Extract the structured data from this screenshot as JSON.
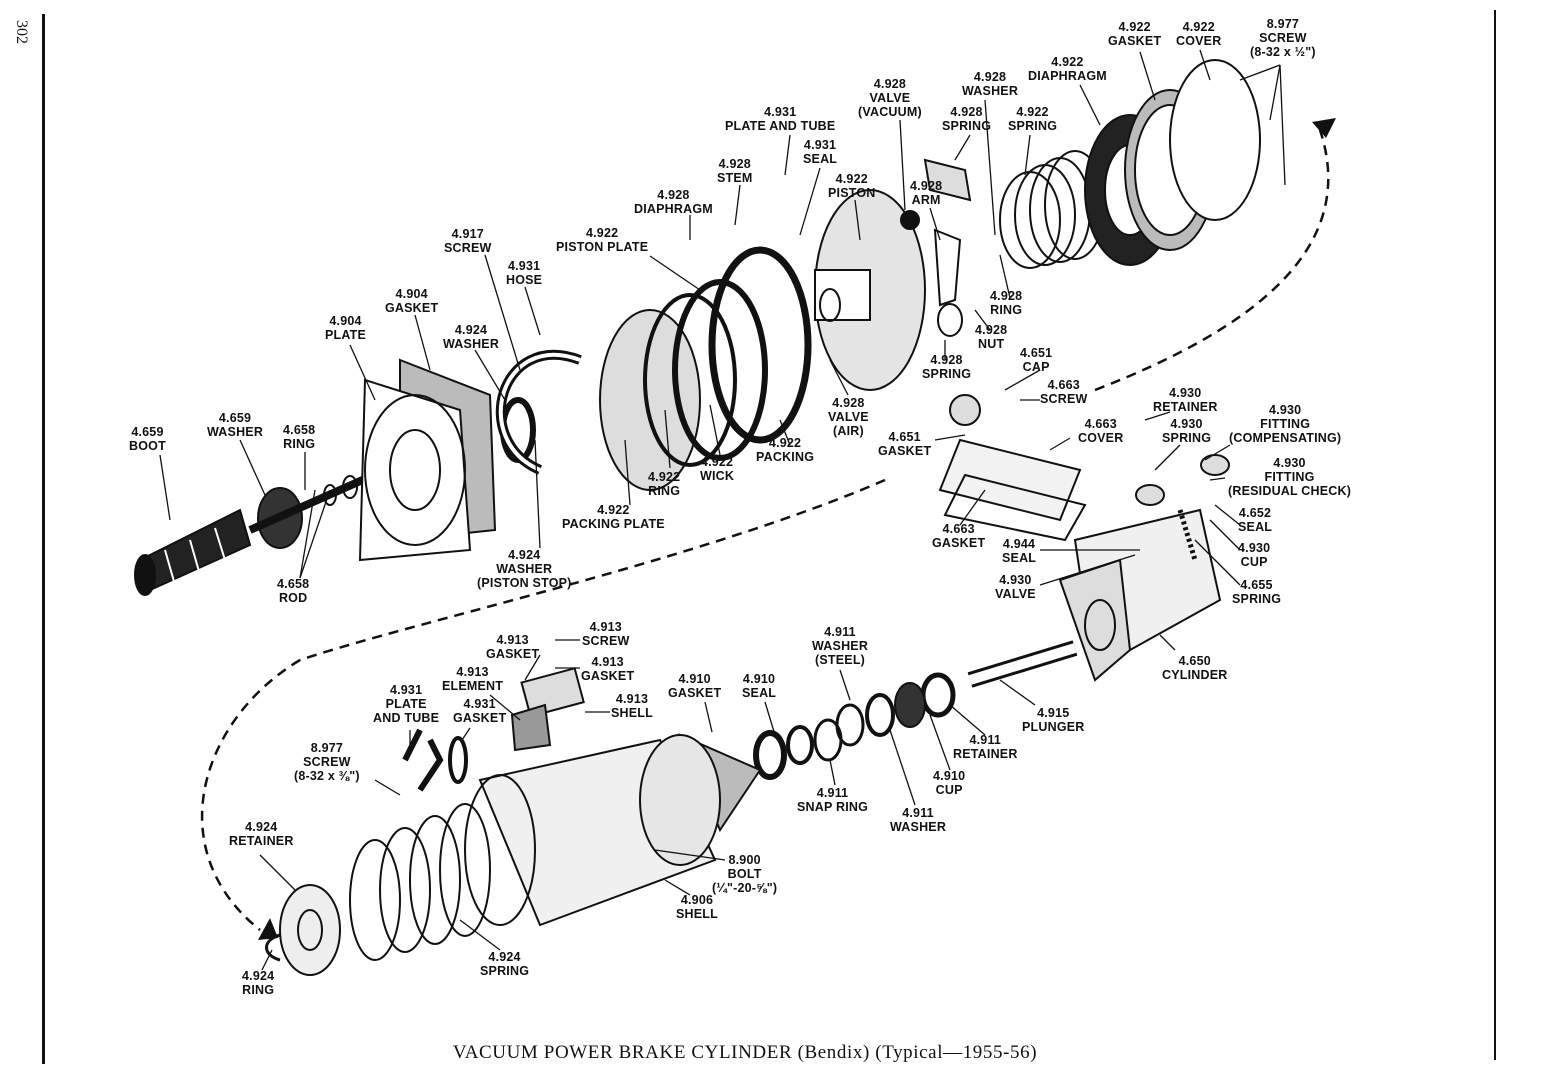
{
  "page_number": "302",
  "caption": "VACUUM POWER BRAKE CYLINDER (Bendix) (Typical—1955-56)",
  "labels": {
    "l01": [
      "4.922",
      "GASKET"
    ],
    "l02": [
      "4.922",
      "COVER"
    ],
    "l03": [
      "8.977",
      "SCREW",
      "(8-32 x ½\")"
    ],
    "l04": [
      "4.922",
      "DIAPHRAGM"
    ],
    "l05": [
      "4.928",
      "VALVE",
      "(VACUUM)"
    ],
    "l06": [
      "4.928",
      "WASHER"
    ],
    "l07": [
      "4.928",
      "SPRING"
    ],
    "l08": [
      "4.922",
      "SPRING"
    ],
    "l09": [
      "4.931",
      "PLATE AND TUBE"
    ],
    "l10": [
      "4.931",
      "SEAL"
    ],
    "l11": [
      "4.928",
      "STEM"
    ],
    "l12": [
      "4.922",
      "PISTON"
    ],
    "l13": [
      "4.928",
      "ARM"
    ],
    "l14": [
      "4.928",
      "DIAPHRAGM"
    ],
    "l15": [
      "4.922",
      "PISTON PLATE"
    ],
    "l16": [
      "4.917",
      "SCREW"
    ],
    "l17": [
      "4.931",
      "HOSE"
    ],
    "l18": [
      "4.928",
      "RING"
    ],
    "l19": [
      "4.928",
      "NUT"
    ],
    "l20": [
      "4.904",
      "GASKET"
    ],
    "l21": [
      "4.904",
      "PLATE"
    ],
    "l22": [
      "4.924",
      "WASHER"
    ],
    "l23": [
      "4.928",
      "SPRING"
    ],
    "l24": [
      "4.651",
      "CAP"
    ],
    "l25": [
      "4.663",
      "SCREW"
    ],
    "l26": [
      "4.928",
      "VALVE",
      "(AIR)"
    ],
    "l27": [
      "4.930",
      "RETAINER"
    ],
    "l28": [
      "4.930",
      "FITTING",
      "(COMPENSATING)"
    ],
    "l29": [
      "4.659",
      "WASHER"
    ],
    "l30": [
      "4.658",
      "RING"
    ],
    "l31": [
      "4.659",
      "BOOT"
    ],
    "l32": [
      "4.922",
      "PACKING"
    ],
    "l33": [
      "4.922",
      "WICK"
    ],
    "l34": [
      "4.922",
      "RING"
    ],
    "l35": [
      "4.651",
      "GASKET"
    ],
    "l36": [
      "4.663",
      "COVER"
    ],
    "l37": [
      "4.930",
      "SPRING"
    ],
    "l38": [
      "4.930",
      "FITTING",
      "(RESIDUAL CHECK)"
    ],
    "l39": [
      "4.922",
      "PACKING PLATE"
    ],
    "l40": [
      "4.652",
      "SEAL"
    ],
    "l41": [
      "4.930",
      "CUP"
    ],
    "l42": [
      "4.663",
      "GASKET"
    ],
    "l43": [
      "4.944",
      "SEAL"
    ],
    "l44": [
      "4.924",
      "WASHER",
      "(PISTON STOP)"
    ],
    "l45": [
      "4.658",
      "ROD"
    ],
    "l46": [
      "4.930",
      "VALVE"
    ],
    "l47": [
      "4.655",
      "SPRING"
    ],
    "l48": [
      "4.913",
      "SCREW"
    ],
    "l49": [
      "4.913",
      "GASKET"
    ],
    "l50": [
      "4.913",
      "GASKET"
    ],
    "l51": [
      "4.911",
      "WASHER",
      "(STEEL)"
    ],
    "l52": [
      "4.913",
      "ELEMENT"
    ],
    "l53": [
      "4.910",
      "GASKET"
    ],
    "l54": [
      "4.910",
      "SEAL"
    ],
    "l55": [
      "4.650",
      "CYLINDER"
    ],
    "l56": [
      "4.931",
      "PLATE",
      "AND TUBE"
    ],
    "l57": [
      "4.931",
      "GASKET"
    ],
    "l58": [
      "4.913",
      "SHELL"
    ],
    "l59": [
      "4.915",
      "PLUNGER"
    ],
    "l60": [
      "4.911",
      "RETAINER"
    ],
    "l61": [
      "8.977",
      "SCREW",
      "(8-32 x ⅜\")"
    ],
    "l62": [
      "4.910",
      "CUP"
    ],
    "l63": [
      "4.911",
      "SNAP RING"
    ],
    "l64": [
      "4.911",
      "WASHER"
    ],
    "l65": [
      "4.924",
      "RETAINER"
    ],
    "l66": [
      "8.900",
      "BOLT",
      "(¼\"-20-⅝\")"
    ],
    "l67": [
      "4.906",
      "SHELL"
    ],
    "l68": [
      "4.924",
      "SPRING"
    ],
    "l69": [
      "4.924",
      "RING"
    ]
  }
}
